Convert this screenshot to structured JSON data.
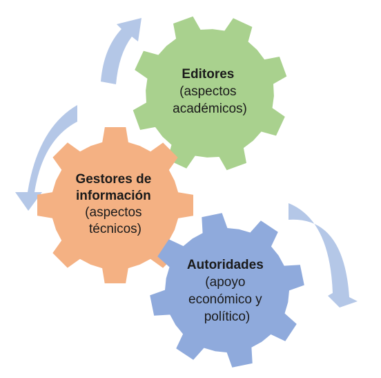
{
  "colors": {
    "editores_gear": "#a9d18e",
    "gestores_gear": "#f4b183",
    "autoridades_gear": "#8faadc",
    "arrow": "#b4c7e7",
    "text": "#1a1a1a"
  },
  "gears": {
    "editores": {
      "title": "Editores",
      "lines": [
        "(aspectos",
        "académicos)"
      ]
    },
    "gestores": {
      "title_lines": [
        "Gestores de",
        "información"
      ],
      "lines": [
        "(aspectos",
        "técnicos)"
      ]
    },
    "autoridades": {
      "title": "Autoridades",
      "lines": [
        "(apoyo",
        "económico y",
        "político)"
      ]
    }
  },
  "arrows": [
    "arrow-top-left",
    "arrow-left",
    "arrow-right"
  ]
}
